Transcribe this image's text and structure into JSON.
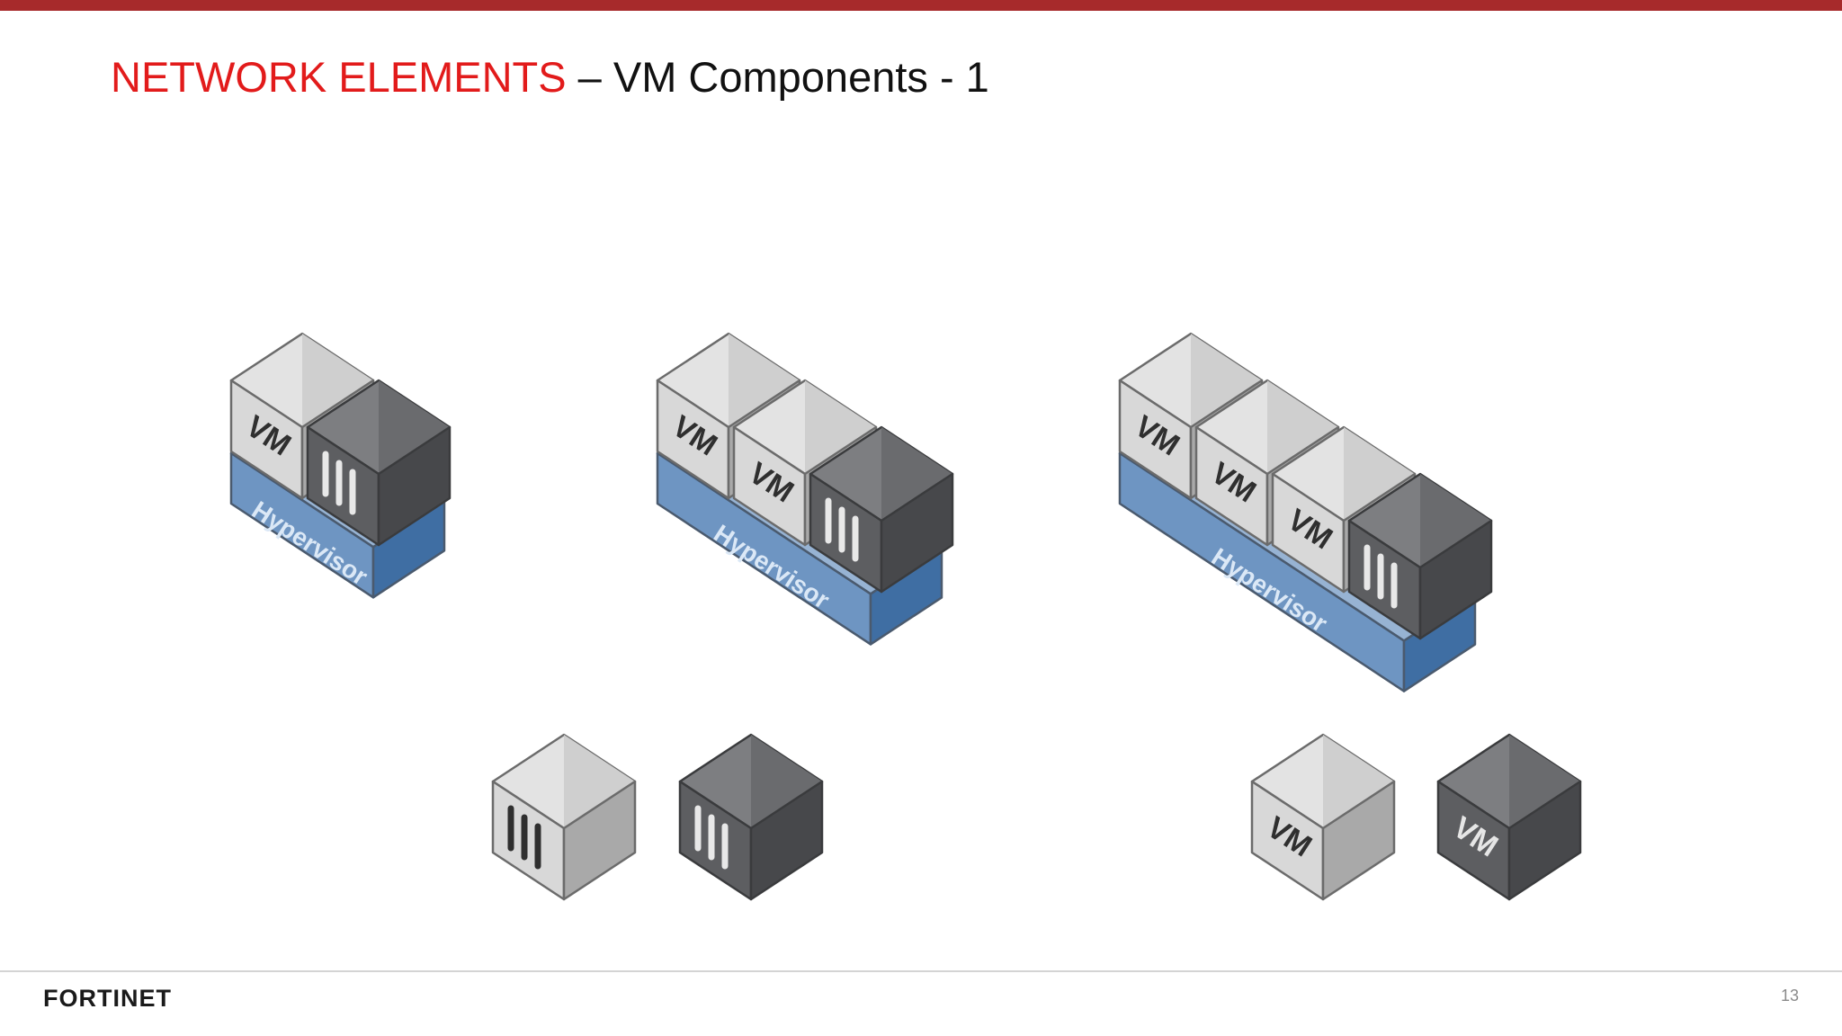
{
  "slide": {
    "title_accent": "NETWORK ELEMENTS",
    "title_rest": " – VM Components - 1",
    "page_number": "13"
  },
  "brand": {
    "logo_text": "FORTINET"
  },
  "labels": {
    "vm": "VM",
    "hypervisor": "Hypervisor"
  },
  "colors": {
    "accent": "#e21b1b",
    "top_bar": "#a72a2b",
    "hypervisor_blue": "#5b86b6",
    "light_cube": "#c9c9c9",
    "dark_cube": "#505154"
  },
  "diagram": {
    "stacks": [
      {
        "name": "stack-1",
        "vm_count": 1,
        "has_appliance": true
      },
      {
        "name": "stack-2",
        "vm_count": 2,
        "has_appliance": true
      },
      {
        "name": "stack-3",
        "vm_count": 3,
        "has_appliance": true
      }
    ],
    "legend_cubes": [
      {
        "name": "light-appliance-cube",
        "shade": "light",
        "symbol": "bars"
      },
      {
        "name": "dark-appliance-cube",
        "shade": "dark",
        "symbol": "bars"
      },
      {
        "name": "light-vm-cube",
        "shade": "light",
        "symbol": "VM"
      },
      {
        "name": "dark-vm-cube",
        "shade": "dark",
        "symbol": "VM"
      }
    ]
  }
}
